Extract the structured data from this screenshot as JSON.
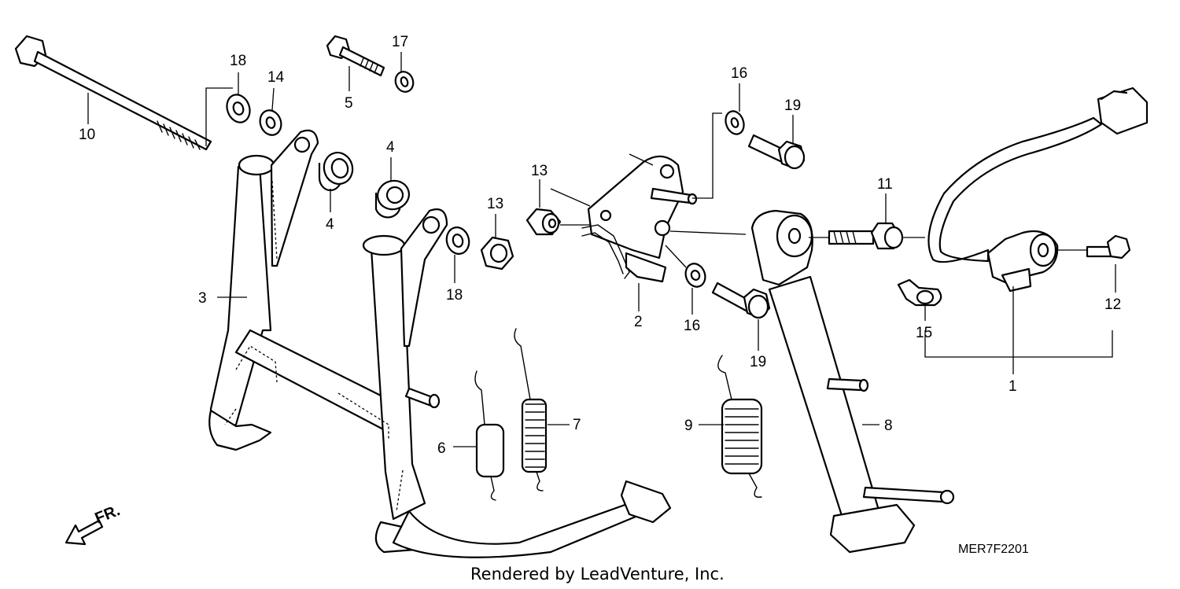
{
  "callouts": {
    "c1": "1",
    "c2": "2",
    "c3": "3",
    "c4a": "4",
    "c4b": "4",
    "c5": "5",
    "c6": "6",
    "c7": "7",
    "c8": "8",
    "c9": "9",
    "c10": "10",
    "c11": "11",
    "c12": "12",
    "c13a": "13",
    "c13b": "13",
    "c14": "14",
    "c15": "15",
    "c16a": "16",
    "c16b": "16",
    "c17": "17",
    "c18a": "18",
    "c18b": "18",
    "c19a": "19",
    "c19b": "19"
  },
  "direction_marker": "FR.",
  "diagram_code": "MER7F2201",
  "footer": "Rendered by LeadVenture, Inc.",
  "icons": [
    "front-direction-arrow-icon"
  ]
}
